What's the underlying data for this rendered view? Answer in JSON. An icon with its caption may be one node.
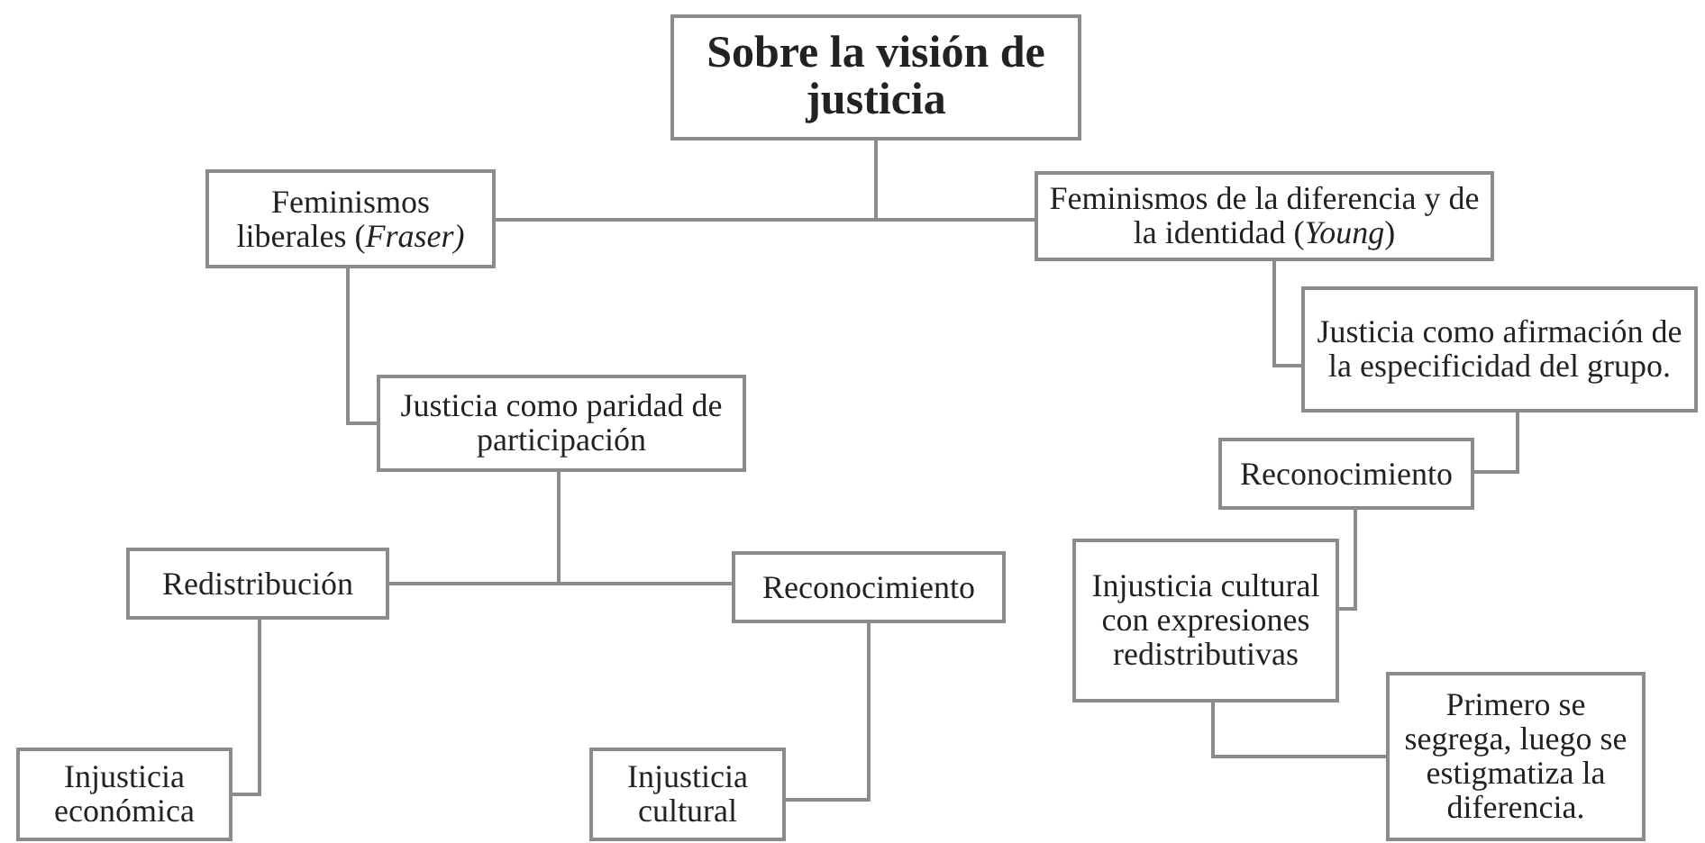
{
  "diagram": {
    "nodes": [
      {
        "text": [
          "Sobre la visión de justicia"
        ]
      },
      {
        "text": [
          "Feminismos liberales (*Fraser)*"
        ]
      },
      {
        "text": [
          "Feminismos de la diferencia y de la identidad (*Young*)"
        ]
      },
      {
        "text": [
          "Justicia como paridad de participación"
        ]
      },
      {
        "text": [
          "Justicia como afirmación de la especificidad del grupo."
        ]
      },
      {
        "text": [
          "Reconocimiento"
        ]
      },
      {
        "text": [
          "Redistribución"
        ]
      },
      {
        "text": [
          "Reconocimiento"
        ]
      },
      {
        "text": [
          "Injusticia cultural con expresiones redistributivas"
        ]
      },
      {
        "text": [
          "Primero se segrega, luego se estigmatiza la diferencia."
        ]
      },
      {
        "text": [
          "Injusticia económica"
        ]
      },
      {
        "text": [
          "Injusticia cultural"
        ]
      }
    ],
    "edges": [
      {
        "from": 0,
        "to": 1,
        "arrow": "none"
      },
      {
        "from": 0,
        "to": 2,
        "arrow": "none"
      },
      {
        "from": 1,
        "to": 3,
        "arrow": "none"
      },
      {
        "from": 3,
        "to": 6,
        "arrow": "none"
      },
      {
        "from": 3,
        "to": 7,
        "arrow": "none"
      },
      {
        "from": 2,
        "to": 4,
        "arrow": "none"
      },
      {
        "from": 4,
        "to": 5,
        "arrow": "none"
      },
      {
        "from": 5,
        "to": 8,
        "arrow": "none"
      },
      {
        "from": 8,
        "to": 9,
        "arrow": "none"
      },
      {
        "from": 6,
        "to": 10,
        "arrow": "none"
      },
      {
        "from": 7,
        "to": 11,
        "arrow": "none"
      }
    ]
  }
}
